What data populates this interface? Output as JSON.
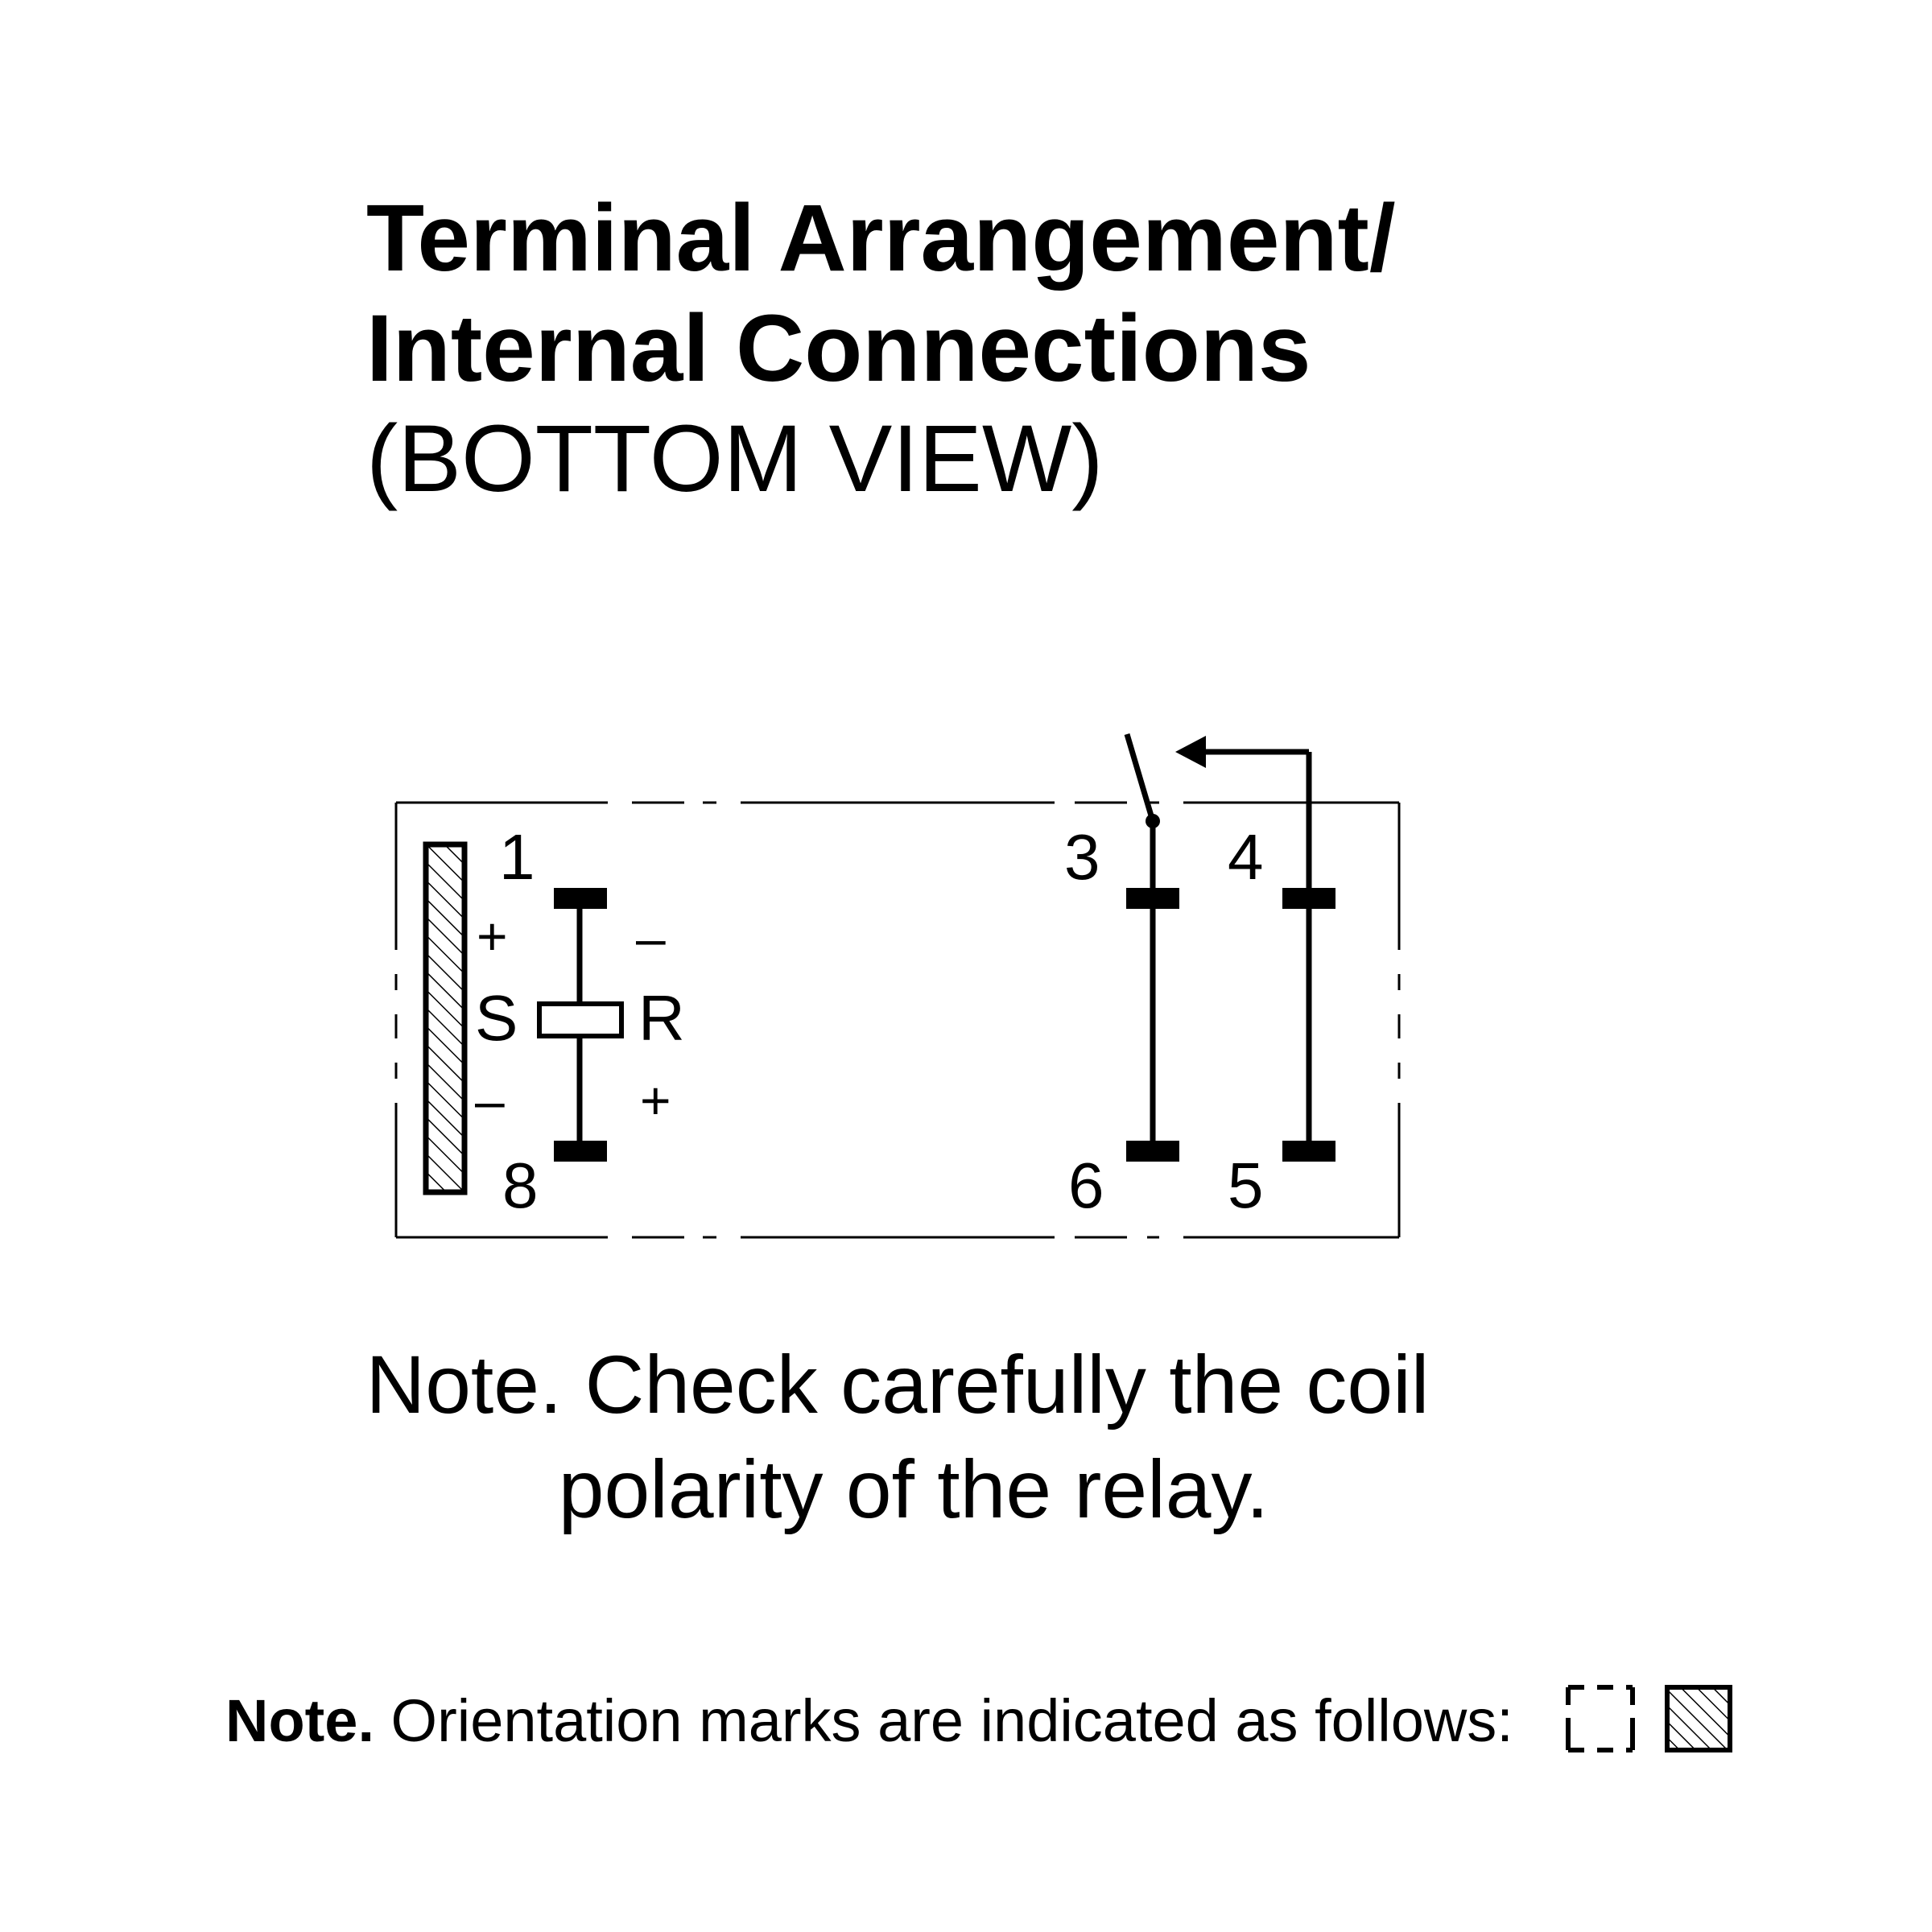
{
  "title": {
    "line1": "Terminal Arrangement/",
    "line2": "Internal Connections",
    "line3": "(BOTTOM VIEW)"
  },
  "diagram": {
    "pins": {
      "p1": "1",
      "p3": "3",
      "p4": "4",
      "p5": "5",
      "p6": "6",
      "p8": "8"
    },
    "coil": {
      "set_label": "S",
      "reset_label": "R",
      "set_top_polarity": "+",
      "set_bottom_polarity": "–",
      "reset_top_polarity": "–",
      "reset_bottom_polarity": "+"
    },
    "icons": {
      "orientation_mark": "hatched-bar-icon",
      "coil": "coil-icon",
      "switch": "switch-contact-icon"
    }
  },
  "note_coil": {
    "line1": "Note. Check carefully the coil",
    "line2": "polarity of the relay."
  },
  "note_orientation": {
    "label": "Note.",
    "text": " Orientation marks are indicated as follows:"
  },
  "colors": {
    "ink": "#000000",
    "background": "#ffffff"
  }
}
